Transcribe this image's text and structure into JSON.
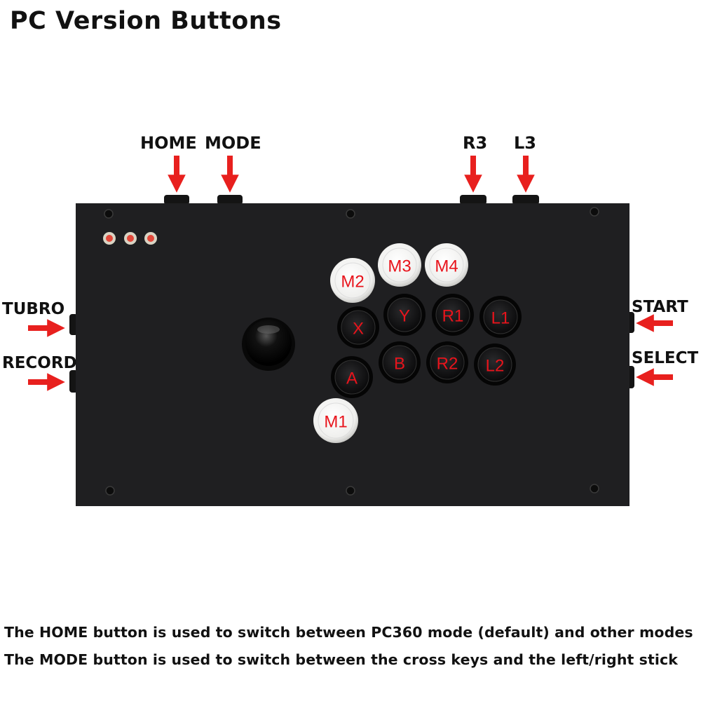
{
  "title": "PC Version Buttons",
  "labels": {
    "home": "HOME",
    "mode": "MODE",
    "r3": "R3",
    "l3": "L3",
    "turbo": "TUBRO",
    "record": "RECORD",
    "start": "START",
    "select": "SELECT"
  },
  "buttons": {
    "m1": "M1",
    "m2": "M2",
    "m3": "M3",
    "m4": "M4",
    "x": "X",
    "y": "Y",
    "r1": "R1",
    "l1": "L1",
    "a": "A",
    "b": "B",
    "r2": "R2",
    "l2": "L2"
  },
  "notes": [
    "The HOME button is used to switch between PC360 mode (default) and other modes",
    "The MODE button is used to switch between the cross keys and the left/right stick"
  ],
  "colors": {
    "arrow": "#e8201e",
    "board": "#1f1f21",
    "label_red": "#e8141c"
  }
}
